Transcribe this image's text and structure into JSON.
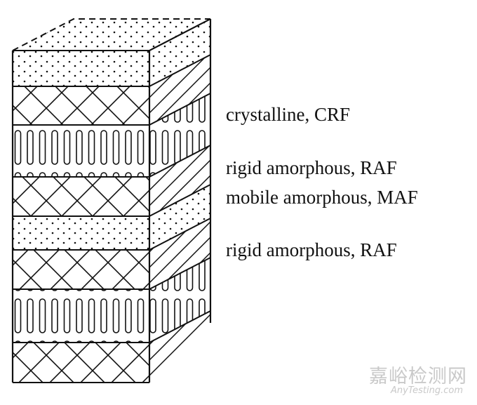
{
  "diagram": {
    "labels": [
      {
        "id": "crf",
        "text": "crystalline, CRF"
      },
      {
        "id": "raf-upper",
        "text": "rigid amorphous, RAF"
      },
      {
        "id": "maf",
        "text": "mobile amorphous, MAF"
      },
      {
        "id": "raf-lower",
        "text": "rigid amorphous, RAF"
      }
    ],
    "layers": [
      "dotted",
      "crosshatch",
      "ribbed",
      "crosshatch",
      "dotted",
      "crosshatch",
      "ribbed",
      "crosshatch"
    ]
  },
  "watermark": {
    "chinese": "嘉峪检测网",
    "english": "AnyTesting.com"
  },
  "colors": {
    "line": "#111111",
    "watermark": "#c9c9c9"
  }
}
